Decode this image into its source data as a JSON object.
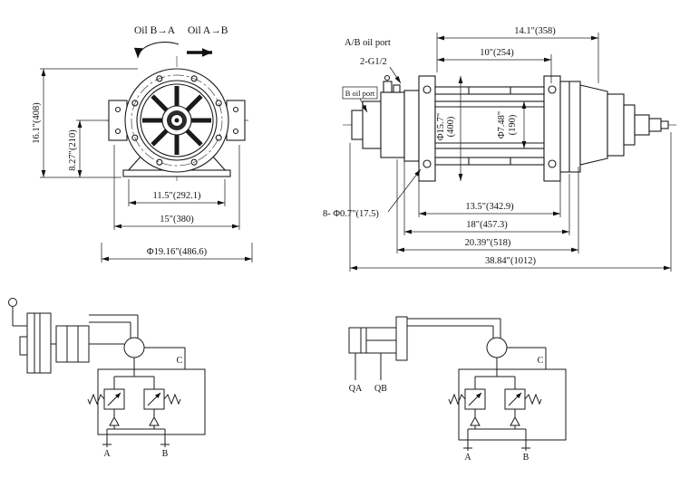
{
  "front_view": {
    "rotation_label_left": "Oil B→A",
    "rotation_label_right": "Oil A→B",
    "dim_overall_height": "16.1\"(408)",
    "dim_axis_height": "8.27\"(210)",
    "dim_mount_width": "11.5\"(292.1)",
    "dim_base_width": "15\"(380)",
    "dim_flange_diameter": "Φ19.16\"(486.6)"
  },
  "side_view": {
    "label_ab_oil_port": "A/B oil port",
    "label_port_thread": "2-G1/2",
    "label_b_oil_port": "B oil port",
    "dim_drum_length": "14.1\"(358)",
    "dim_rope_width": "10\"(254)",
    "dim_flange_dia_in": "Φ15.7\"",
    "dim_flange_dia_mm": "(400)",
    "dim_drum_dia_in": "Φ7.48\"",
    "dim_drum_dia_mm": "(190)",
    "dim_bolt_holes": "8- Φ0.7\"(17.5)",
    "dim_bolt_span": "13.5\"(342.9)",
    "dim_frame_width": "18\"(457.3)",
    "dim_mount_length": "20.39\"(518)",
    "dim_overall_length": "38.84\"(1012)"
  },
  "schematic_left": {
    "port_a": "A",
    "port_b": "B",
    "port_c": "C"
  },
  "schematic_right": {
    "port_qa": "QA",
    "port_qb": "QB",
    "port_a": "A",
    "port_b": "B",
    "port_c": "C"
  }
}
